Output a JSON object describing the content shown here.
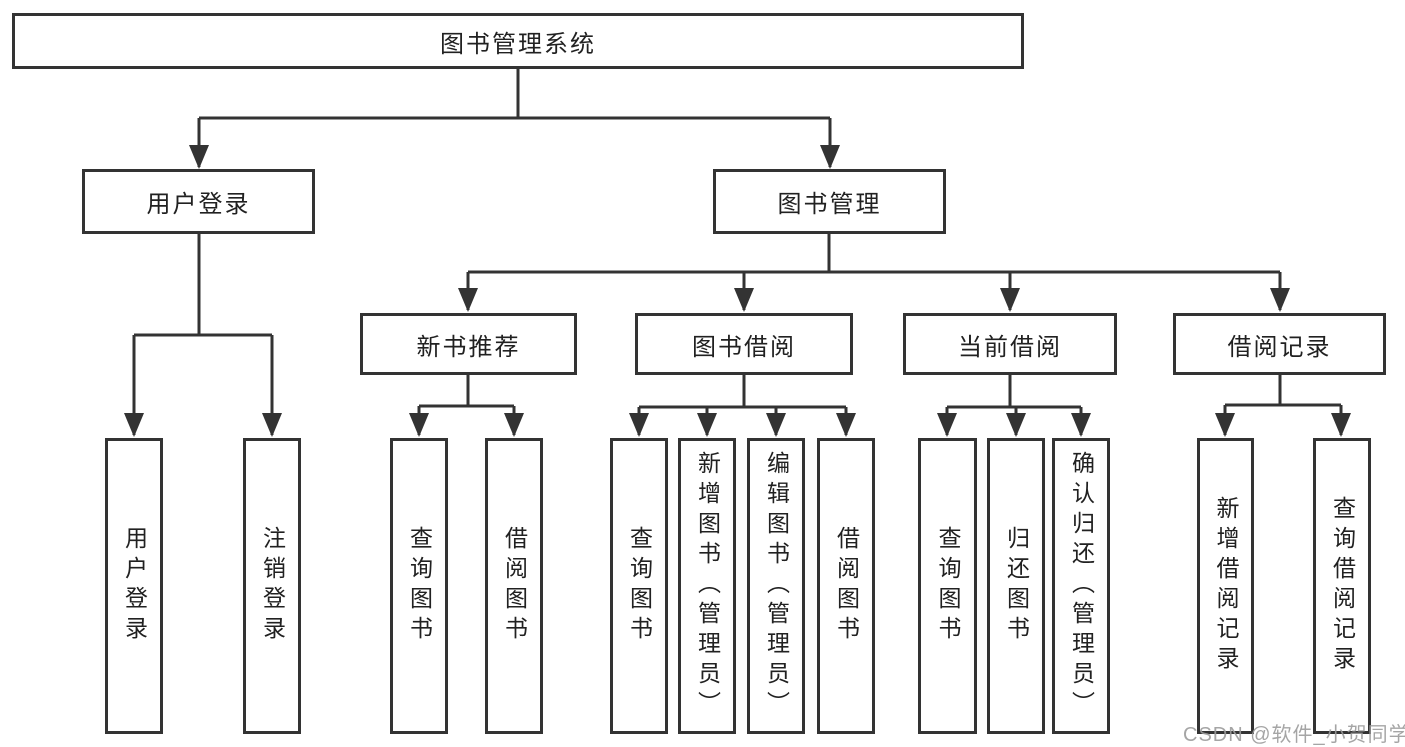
{
  "diagram": {
    "root": {
      "label": "图书管理系统"
    },
    "branches": {
      "user_login": {
        "label": "用户登录",
        "children": [
          {
            "label": "用户登录"
          },
          {
            "label": "注销登录"
          }
        ]
      },
      "book_management": {
        "label": "图书管理",
        "sections": [
          {
            "label": "新书推荐",
            "children": [
              {
                "label": "查询图书"
              },
              {
                "label": "借阅图书"
              }
            ]
          },
          {
            "label": "图书借阅",
            "children": [
              {
                "label": "查询图书"
              },
              {
                "label": "新增图书（管理员）"
              },
              {
                "label": "编辑图书（管理员）"
              },
              {
                "label": "借阅图书"
              }
            ]
          },
          {
            "label": "当前借阅",
            "children": [
              {
                "label": "查询图书"
              },
              {
                "label": "归还图书"
              },
              {
                "label": "确认归还（管理员）"
              }
            ]
          },
          {
            "label": "借阅记录",
            "children": [
              {
                "label": "新增借阅记录"
              },
              {
                "label": "查询借阅记录"
              }
            ]
          }
        ]
      }
    }
  },
  "watermark": {
    "text": "CSDN @软件_小贺同学",
    "color": "#9c9c9c"
  },
  "style": {
    "line_color": "#333333",
    "box_border_color": "#333333",
    "text_color": "#212121",
    "background": "#ffffff"
  }
}
